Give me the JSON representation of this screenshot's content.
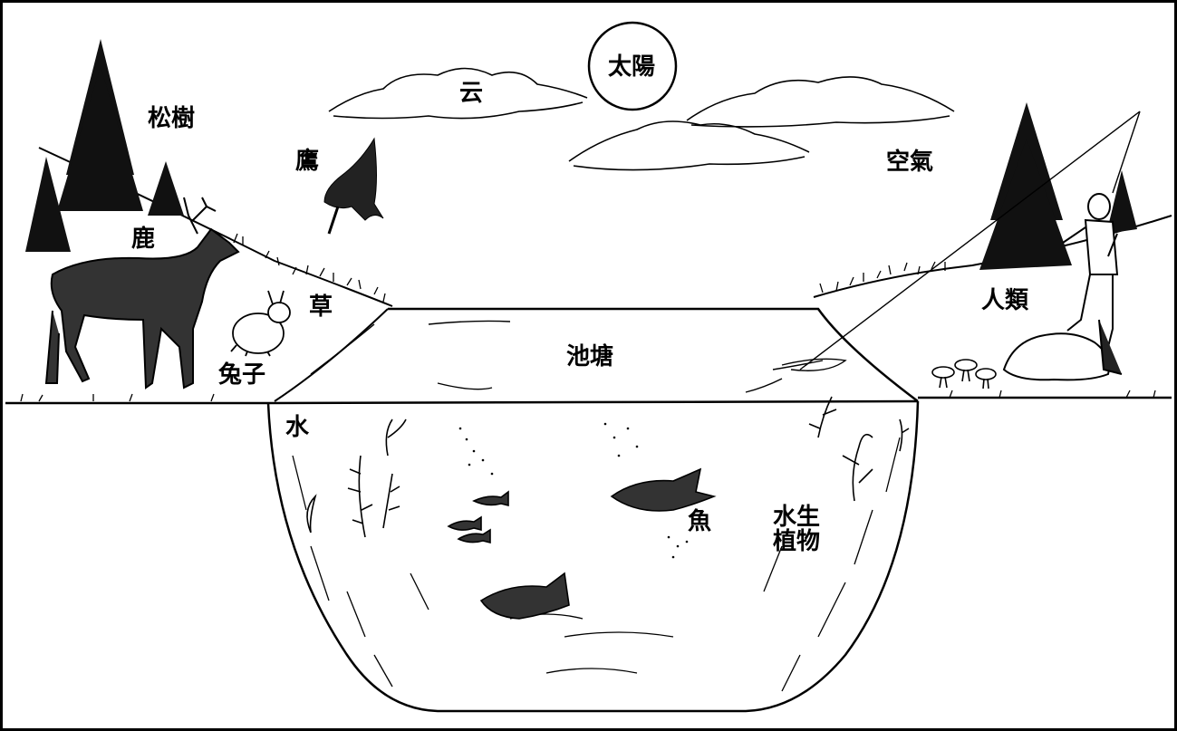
{
  "diagram": {
    "labels": {
      "sun": "太陽",
      "cloud": "云",
      "pine": "松樹",
      "hawk": "鷹",
      "air": "空氣",
      "deer": "鹿",
      "grass": "草",
      "rabbit": "兔子",
      "pond": "池塘",
      "human": "人類",
      "water": "水",
      "fish": "魚",
      "aquatic_plants": "水生\n植物"
    }
  }
}
